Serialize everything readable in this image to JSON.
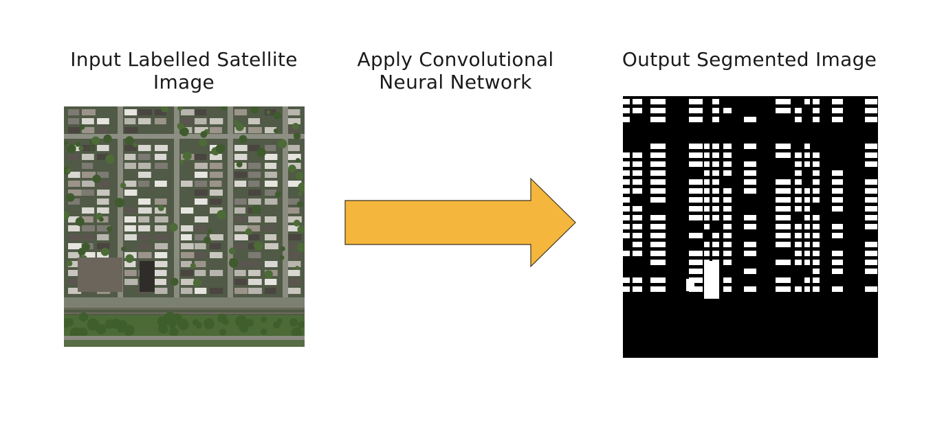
{
  "captions": {
    "input": "Input Labelled Satellite\nImage",
    "cnn": "Apply Convolutional\nNeural Network",
    "output": "Output Segmented Image"
  },
  "colors": {
    "arrow_fill": "#f4b63c",
    "arrow_stroke": "#3a3320",
    "mask_background": "#000000",
    "mask_building": "#ffffff"
  },
  "icons": {
    "flow": "right-arrow-icon"
  }
}
